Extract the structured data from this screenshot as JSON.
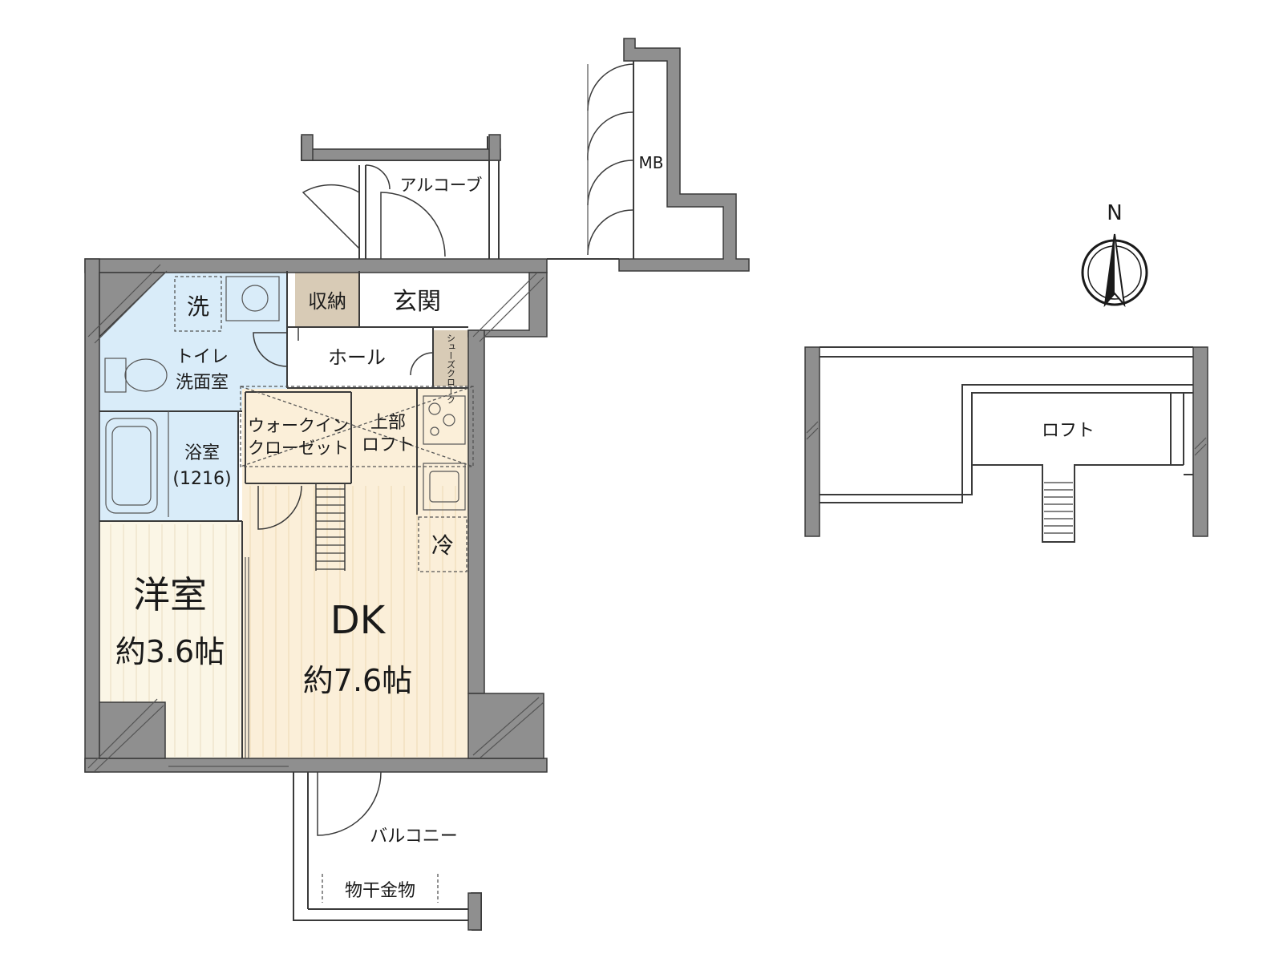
{
  "rooms": {
    "wash": "洗",
    "storage": "収納",
    "entrance": "玄関",
    "hall": "ホール",
    "shoe_closet": "シューズクローク",
    "toilet_line1": "トイレ",
    "toilet_line2": "洗面室",
    "walkin_line1": "ウォークイン",
    "walkin_line2": "クローゼット",
    "loft_above_line1": "上部",
    "loft_above_line2": "ロフト",
    "bath": "浴室",
    "bath_size": "(1216)",
    "fridge": "冷",
    "western_name": "洋室",
    "western_size": "約3.6帖",
    "dk_name": "DK",
    "dk_size": "約7.6帖",
    "balcony": "バルコニー",
    "laundry_hanger": "物干金物",
    "alcove": "アルコーブ",
    "meter_box": "MB",
    "loft": "ロフト"
  },
  "compass": {
    "north": "N"
  },
  "colors": {
    "wall": "#8f8f8f",
    "wet_area": "#d9ecf9",
    "storage": "#d8cbb6",
    "western_floor": "#fbf6e6",
    "dk_floor": "#fbefd9"
  }
}
